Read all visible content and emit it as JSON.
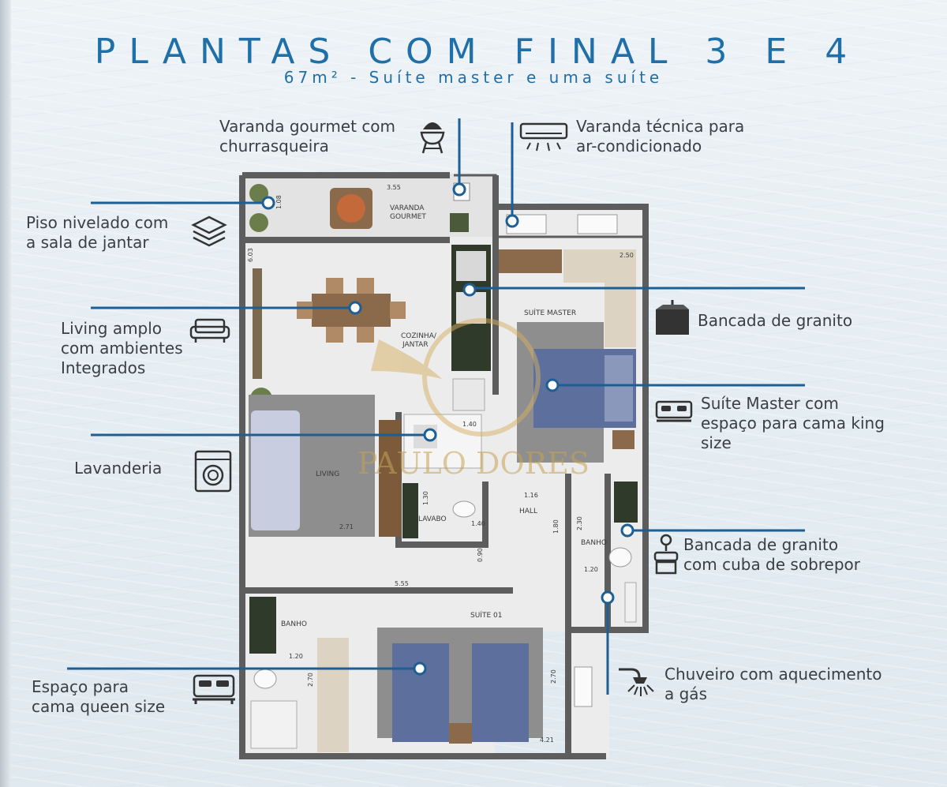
{
  "header": {
    "title": "PLANTAS COM FINAL 3 E 4",
    "subtitle": "67m² -  Suíte master e uma suíte"
  },
  "callouts": {
    "varanda_gourmet": "Varanda gourmet com\nchurrasqueira",
    "varanda_tecnica": "Varanda técnica para\nar-condicionado",
    "piso_nivelado": "Piso nivelado com\na sala de jantar",
    "bancada_granito": "Bancada de granito",
    "living_amplo": "Living amplo\ncom ambientes\nIntegrados",
    "suite_master": "Suíte Master com\nespaço para cama king\nsize",
    "lavanderia": "Lavanderia",
    "bancada_cuba": "Bancada de granito\ncom cuba de sobrepor",
    "espaco_queen": "Espaço para\ncama queen size",
    "chuveiro": "Chuveiro com aquecimento\na gás"
  },
  "plan": {
    "rooms": {
      "varanda": "VARANDA",
      "gourmet": "GOURMET",
      "cozinha": "COZINHA/",
      "jantar": "JANTAR",
      "suite_master": "SUÍTE MASTER",
      "living": "LIVING",
      "lavabo": "LAVABO",
      "hall": "HALL",
      "banho_master": "BANHO",
      "banho_suite": "BANHO",
      "suite01": "SUÍTE 01"
    },
    "dims": {
      "d355": "3.55",
      "d108": "1.08",
      "d603": "6.03",
      "d250": "2.50",
      "d140a": "1.40",
      "d130": "1.30",
      "d140b": "1.40",
      "d271": "2.71",
      "d116": "1.16",
      "d180": "1.80",
      "d090": "0.90",
      "d230": "2.30",
      "d120a": "1.20",
      "d555": "5.55",
      "d120b": "1.20",
      "d270a": "2.70",
      "d270b": "2.70",
      "d421": "4.21"
    }
  },
  "watermark": "PAULO DORES",
  "colors": {
    "accent": "#1f6fa8",
    "callout_line": "#1d5f94"
  },
  "icons": [
    "grill-icon",
    "air-conditioner-icon",
    "layers-icon",
    "sink-counter-icon",
    "sofa-icon",
    "bed-icon",
    "washing-machine-icon",
    "washbasin-icon",
    "double-bed-icon",
    "shower-icon"
  ]
}
